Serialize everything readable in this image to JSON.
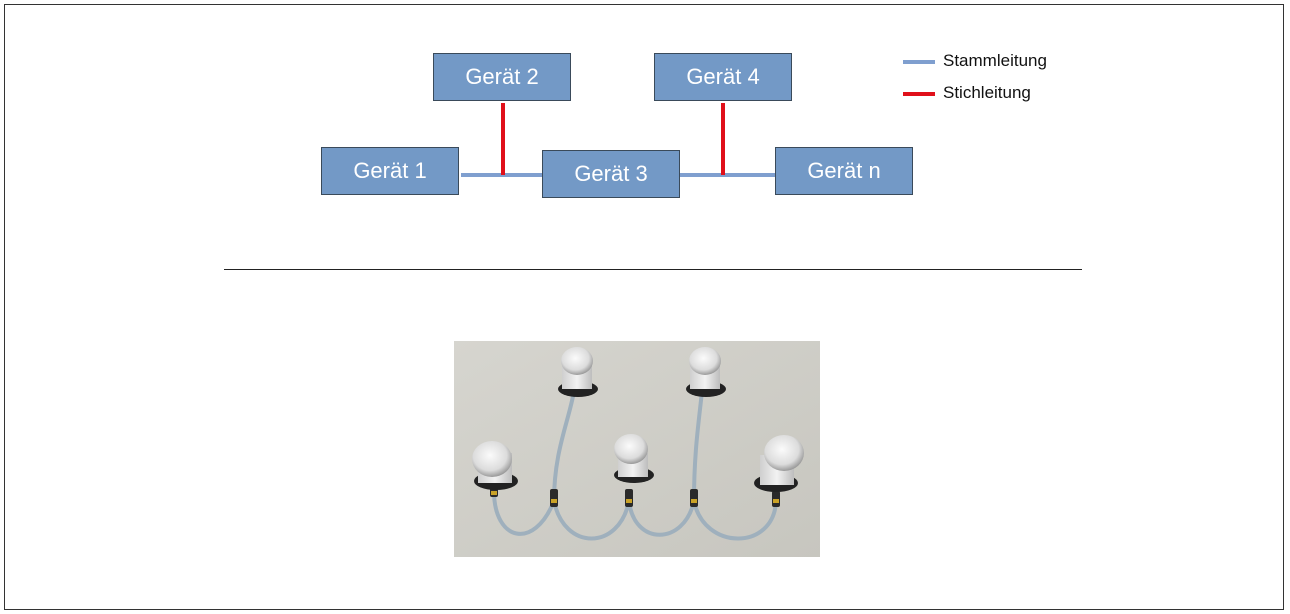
{
  "diagram": {
    "nodes": {
      "geraet1": "Gerät 1",
      "geraet2": "Gerät 2",
      "geraet3": "Gerät 3",
      "geraet4": "Gerät 4",
      "geraetn": "Gerät n"
    },
    "legend": {
      "trunk_label": "Stammleitung",
      "stub_label": "Stichleitung",
      "trunk_color": "#7f9fcf",
      "stub_color": "#e0101a"
    },
    "node_color": "#7399c6"
  },
  "photo": {
    "kind": "photo of five cylindrical devices connected by grey cables on a light table"
  }
}
